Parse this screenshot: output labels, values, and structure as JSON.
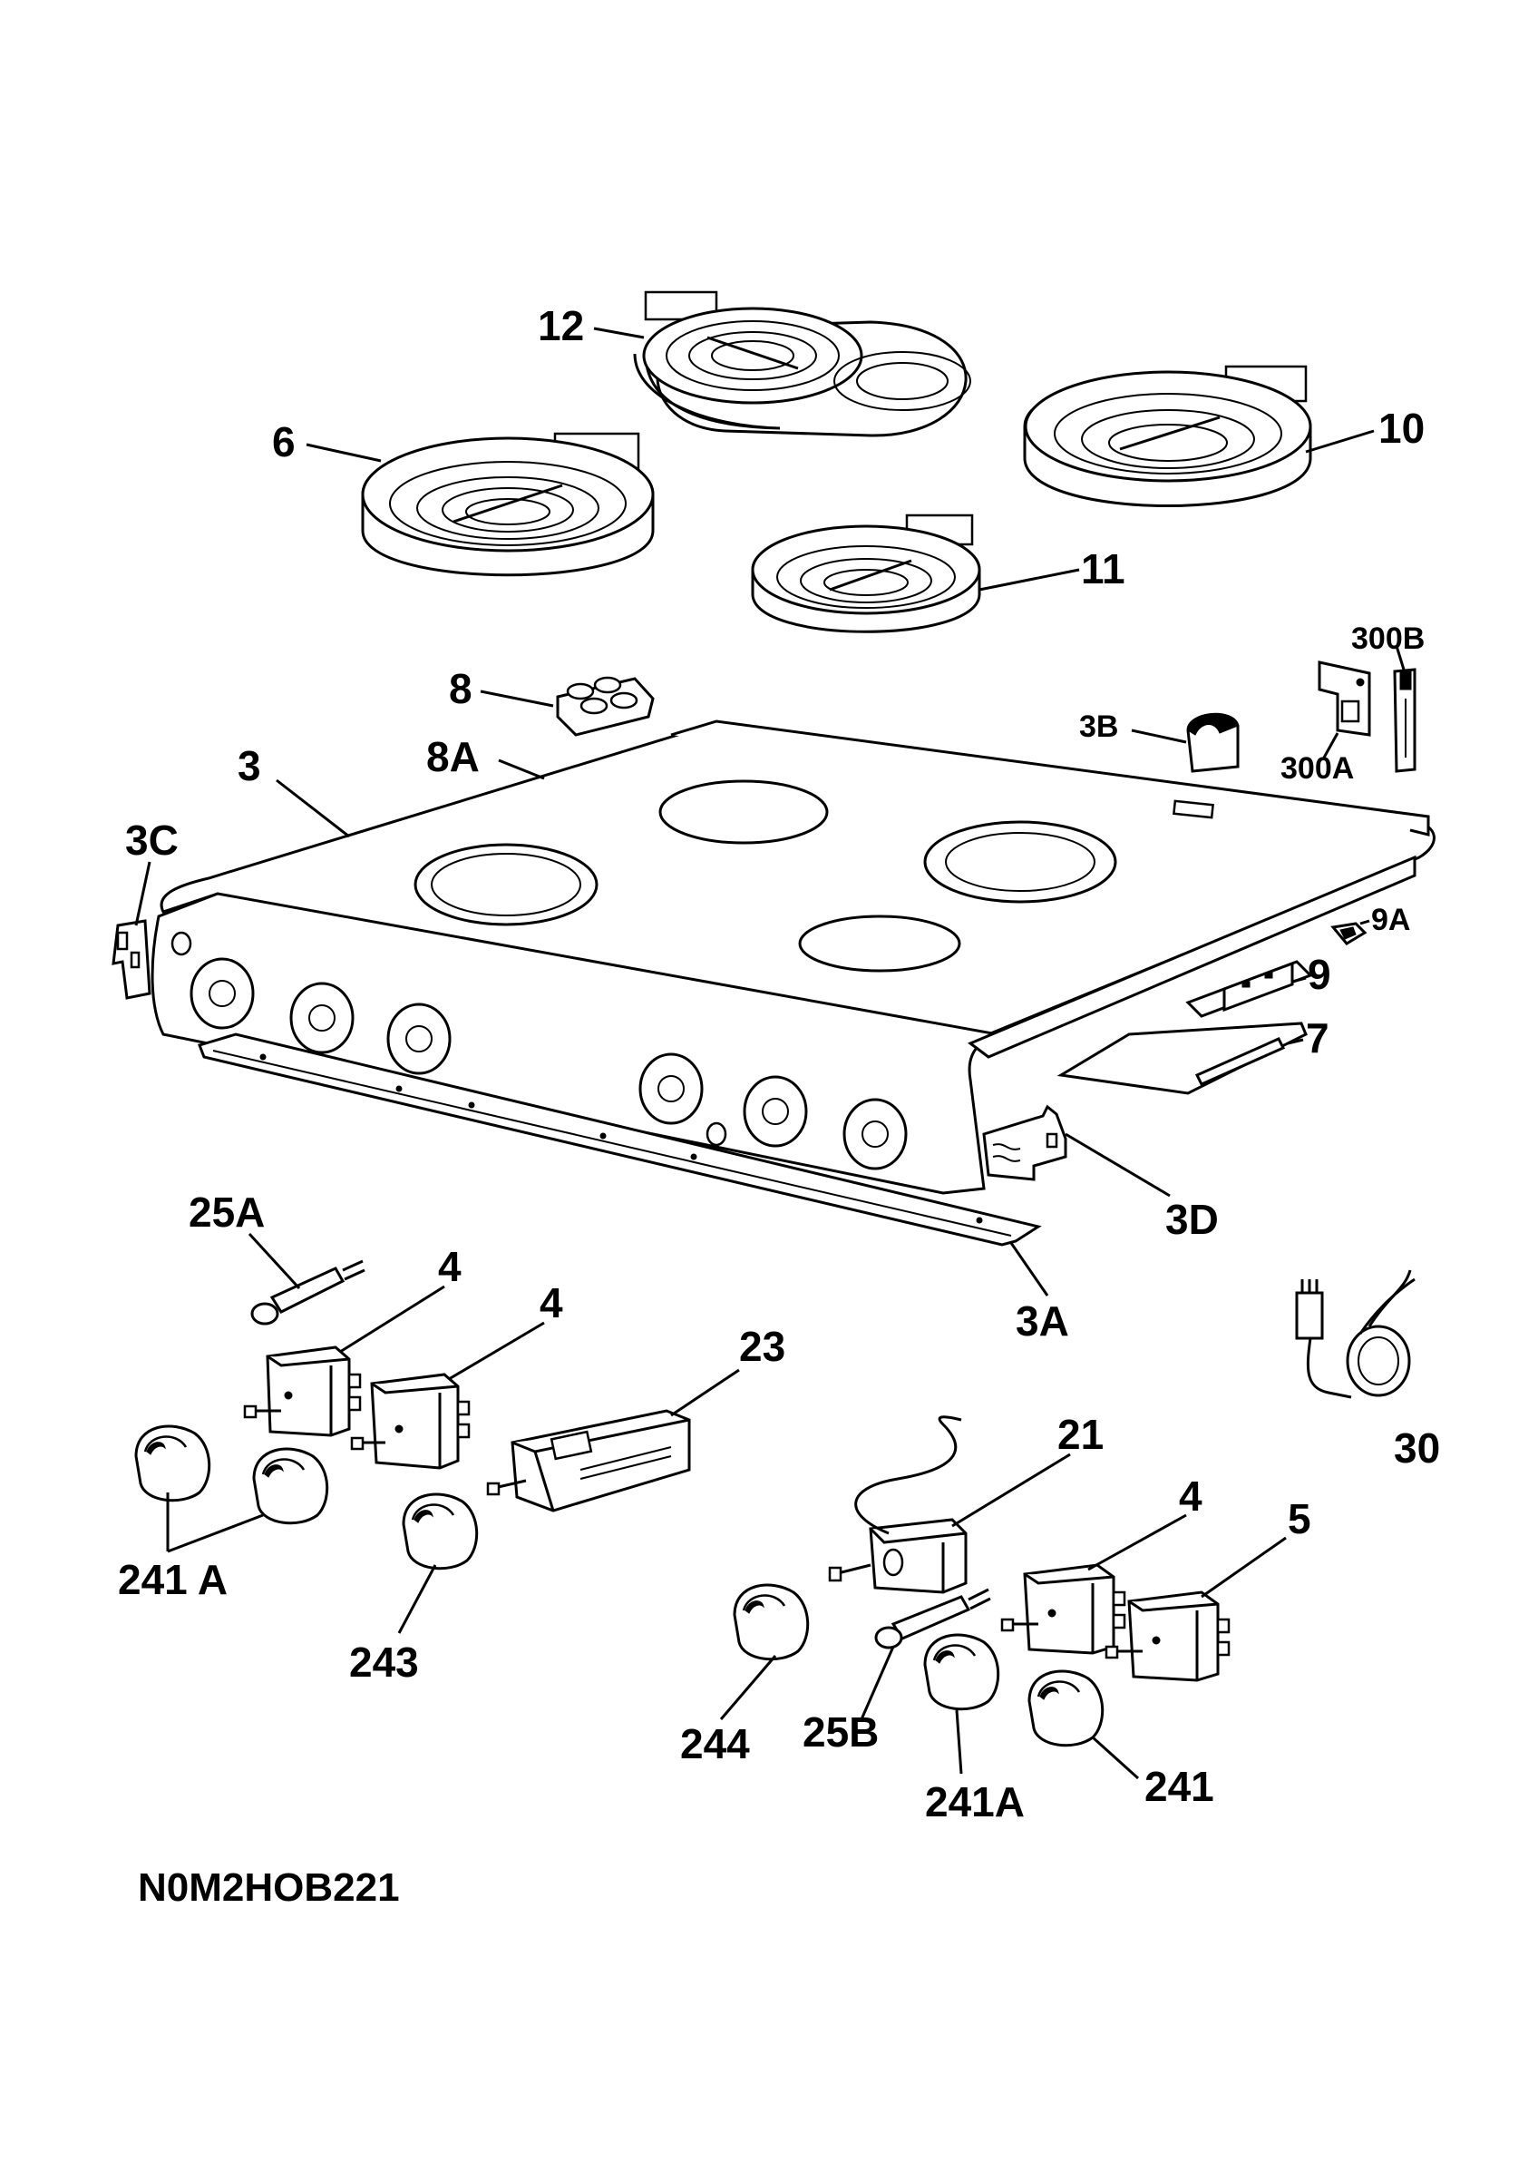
{
  "diagram_code": "N0M2HOB221",
  "labels": {
    "l12": "12",
    "l6": "6",
    "l10": "10",
    "l11": "11",
    "l8": "8",
    "l8A": "8A",
    "l3": "3",
    "l3B": "3B",
    "l300B": "300B",
    "l300A": "300A",
    "l3C": "3C",
    "l9A": "9A",
    "l9": "9",
    "l7": "7",
    "l3D": "3D",
    "l25A": "25A",
    "l3A": "3A",
    "l4a": "4",
    "l4b": "4",
    "l23": "23",
    "l30": "30",
    "l21": "21",
    "l4c": "4",
    "l5": "5",
    "l241Aa": "241 A",
    "l243": "243",
    "l244": "244",
    "l25B": "25B",
    "l241Ab": "241A",
    "l241": "241"
  }
}
